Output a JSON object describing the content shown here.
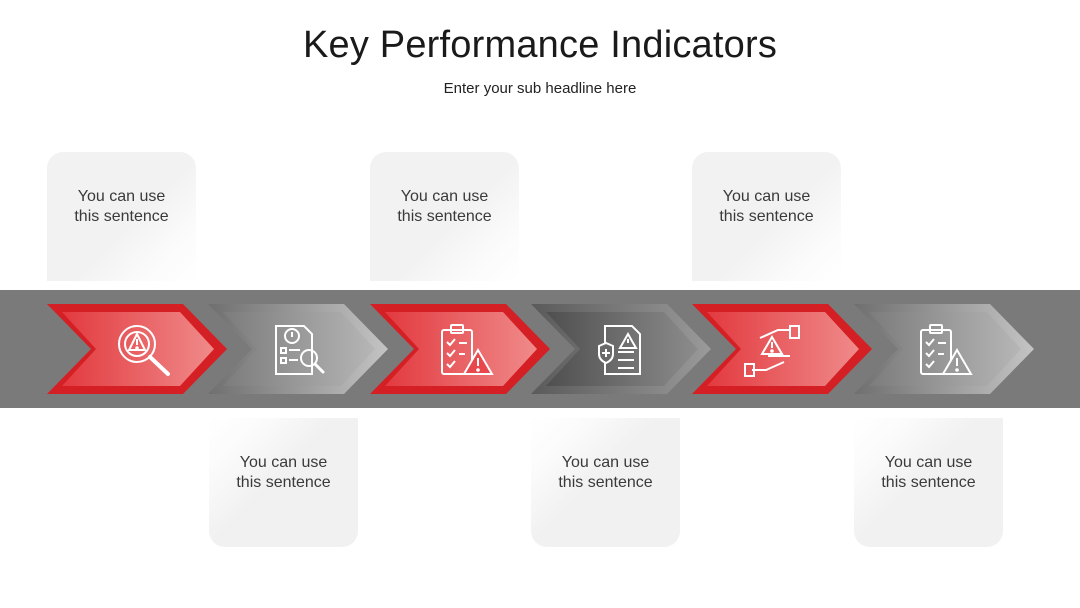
{
  "header": {
    "title": "Key Performance Indicators",
    "subtitle": "Enter your sub headline here"
  },
  "colors": {
    "band": "#7a7a7a",
    "red": "#e0242a",
    "gray": "#8a8a8a",
    "dark": "#5c5c5c"
  },
  "steps": [
    {
      "text": "You can use\nthis sentence",
      "position": "top",
      "icon": "risk-magnifier-icon",
      "color": "red"
    },
    {
      "text": "You can use\nthis sentence",
      "position": "bottom",
      "icon": "document-search-icon",
      "color": "gray"
    },
    {
      "text": "You can use\nthis sentence",
      "position": "top",
      "icon": "clipboard-warning-icon",
      "color": "red"
    },
    {
      "text": "You can use\nthis sentence",
      "position": "bottom",
      "icon": "document-shield-warning-icon",
      "color": "dark"
    },
    {
      "text": "You can use\nthis sentence",
      "position": "top",
      "icon": "hands-warning-icon",
      "color": "red"
    },
    {
      "text": "You can use\nthis sentence",
      "position": "bottom",
      "icon": "clipboard-warning-icon",
      "color": "gray"
    }
  ]
}
